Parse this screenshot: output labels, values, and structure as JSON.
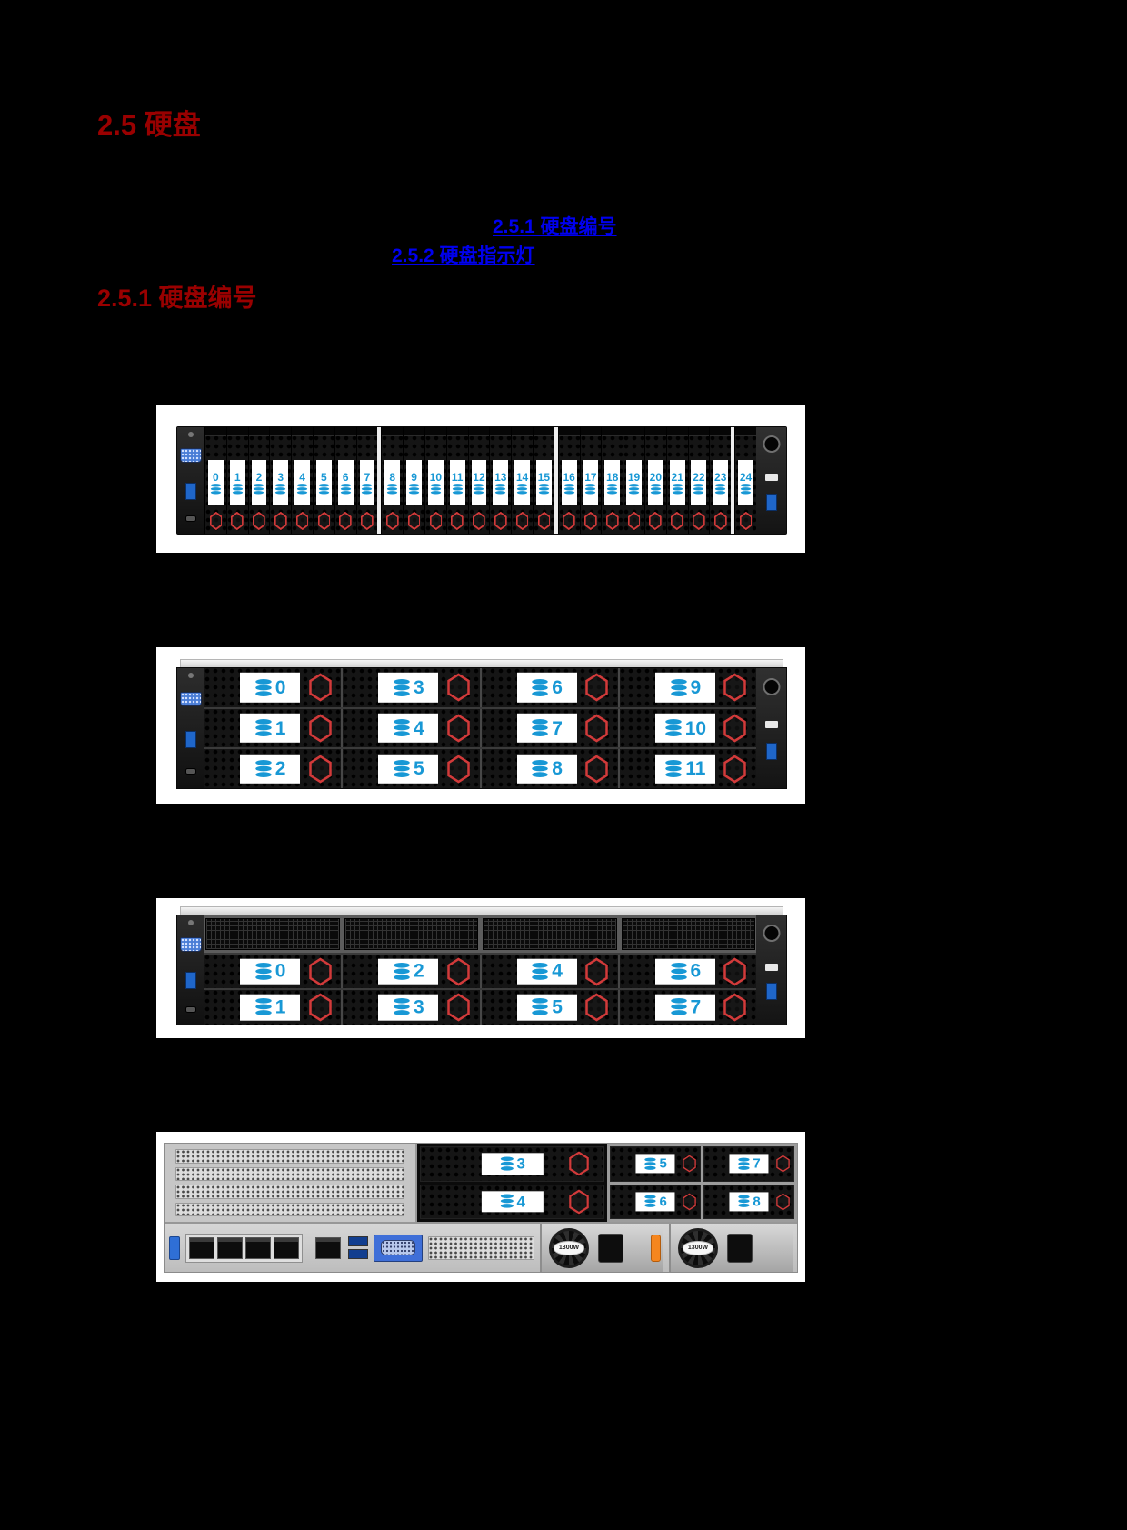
{
  "colors": {
    "background": "#000000",
    "heading_red": "#990000",
    "link_blue": "#0000ee",
    "label_blue": "#1898d5",
    "latch_red": "#d23a3a"
  },
  "headings": {
    "section": "2.5  硬盘",
    "subsection": "2.5.1  硬盘编号"
  },
  "toc_links": [
    {
      "label": "2.5.1  硬盘编号"
    },
    {
      "label": "2.5.2  硬盘指示灯"
    }
  ],
  "figures": {
    "front25": {
      "bays": [
        "0",
        "1",
        "2",
        "3",
        "4",
        "5",
        "6",
        "7",
        "8",
        "9",
        "10",
        "11",
        "12",
        "13",
        "14",
        "15",
        "16",
        "17",
        "18",
        "19",
        "20",
        "21",
        "22",
        "23",
        "24"
      ],
      "separators_after": [
        7,
        15,
        23
      ]
    },
    "front12": {
      "rows": [
        [
          "0",
          "3",
          "6",
          "9"
        ],
        [
          "1",
          "4",
          "7",
          "10"
        ],
        [
          "2",
          "5",
          "8",
          "11"
        ]
      ]
    },
    "front8": {
      "rows": [
        [
          "0",
          "2",
          "4",
          "6"
        ],
        [
          "1",
          "3",
          "5",
          "7"
        ]
      ]
    },
    "rear": {
      "mid_bays": [
        "3",
        "4"
      ],
      "right_rows": [
        [
          "5",
          "7"
        ],
        [
          "6",
          "8"
        ]
      ],
      "psu_label": "1300W"
    }
  }
}
